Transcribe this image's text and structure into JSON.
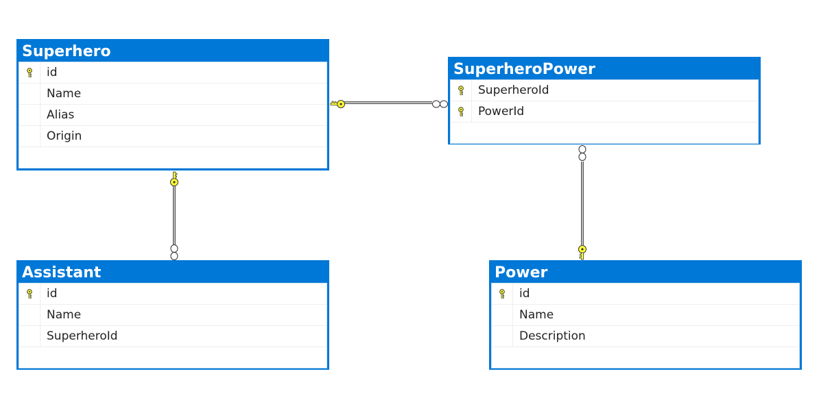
{
  "colors": {
    "table_header": "#0078d7",
    "key_yellow": "#ffff33",
    "connector": "#555555"
  },
  "tables": {
    "superhero": {
      "title": "Superhero",
      "columns": [
        {
          "name": "id",
          "primary_key": true,
          "icon": "key-icon"
        },
        {
          "name": "Name",
          "primary_key": false
        },
        {
          "name": "Alias",
          "primary_key": false
        },
        {
          "name": "Origin",
          "primary_key": false
        }
      ]
    },
    "superheropower": {
      "title": "SuperheroPower",
      "columns": [
        {
          "name": "SuperheroId",
          "primary_key": true,
          "icon": "key-icon"
        },
        {
          "name": "PowerId",
          "primary_key": true,
          "icon": "key-icon"
        }
      ]
    },
    "assistant": {
      "title": "Assistant",
      "columns": [
        {
          "name": "id",
          "primary_key": true,
          "icon": "key-icon"
        },
        {
          "name": "Name",
          "primary_key": false
        },
        {
          "name": "SuperheroId",
          "primary_key": false
        }
      ]
    },
    "power": {
      "title": "Power",
      "columns": [
        {
          "name": "id",
          "primary_key": true,
          "icon": "key-icon"
        },
        {
          "name": "Name",
          "primary_key": false
        },
        {
          "name": "Description",
          "primary_key": false
        }
      ]
    }
  },
  "relationships": [
    {
      "from": "Superhero",
      "to": "SuperheroPower",
      "one_end": "Superhero",
      "many_end": "SuperheroPower"
    },
    {
      "from": "Superhero",
      "to": "Assistant",
      "one_end": "Superhero",
      "many_end": "Assistant"
    },
    {
      "from": "Power",
      "to": "SuperheroPower",
      "one_end": "Power",
      "many_end": "SuperheroPower"
    }
  ]
}
